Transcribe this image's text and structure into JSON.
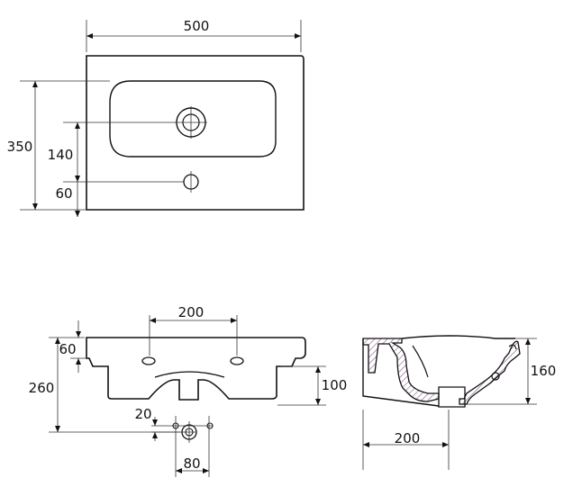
{
  "dimensions": {
    "top_width": "500",
    "top_depth": "350",
    "top_tap_offset": "140",
    "top_overflow_offset": "60",
    "front_mount_spacing": "200",
    "front_height": "260",
    "front_rim": "60",
    "front_bowl": "100",
    "front_waste_offset": "20",
    "front_waste_width": "80",
    "side_depth": "160",
    "side_waste_distance": "200"
  },
  "colors": {
    "line": "#111111",
    "section_hatch": "#8e5a8e"
  }
}
